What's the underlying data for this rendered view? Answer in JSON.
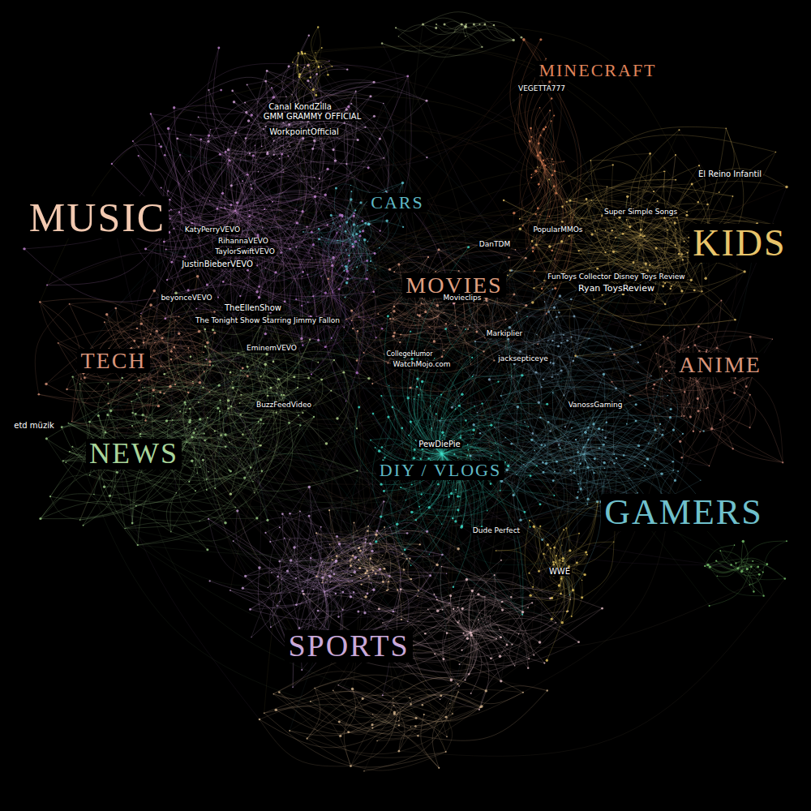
{
  "diagram": {
    "labels": [
      "MUSIC",
      "KIDS",
      "MINECRAFT",
      "CARS",
      "MOVIES",
      "TECH",
      "ANIME",
      "NEWS",
      "DIY / VLOGS",
      "GAMERS",
      "SPORTS",
      "Canal KondZilla",
      "GMM GRAMMY OFFICIAL",
      "WorkpointOfficial",
      "VEGETTA777",
      "PopularMMOs",
      "DanTDM",
      "El Reino Infantil",
      "Super Simple Songs",
      "FunToys Collector Disney Toys Review",
      "Ryan ToysReview",
      "Movieclips",
      "TheEllenShow",
      "The Tonight Show Starring Jimmy Fallon",
      "KatyPerryVEVO",
      "RihannaVEVO",
      "TaylorSwiftVEVO",
      "JustinBieberVEVO",
      "beyonceVEVO",
      "EminemVEVO",
      "WatchMojo.com",
      "CollegeHumor",
      "BuzzFeedVideo",
      "PewDiePie",
      "Markiplier",
      "jacksepticeye",
      "VanossGaming",
      "Dude Perfect",
      "WWE",
      "etd müzik"
    ]
  }
}
